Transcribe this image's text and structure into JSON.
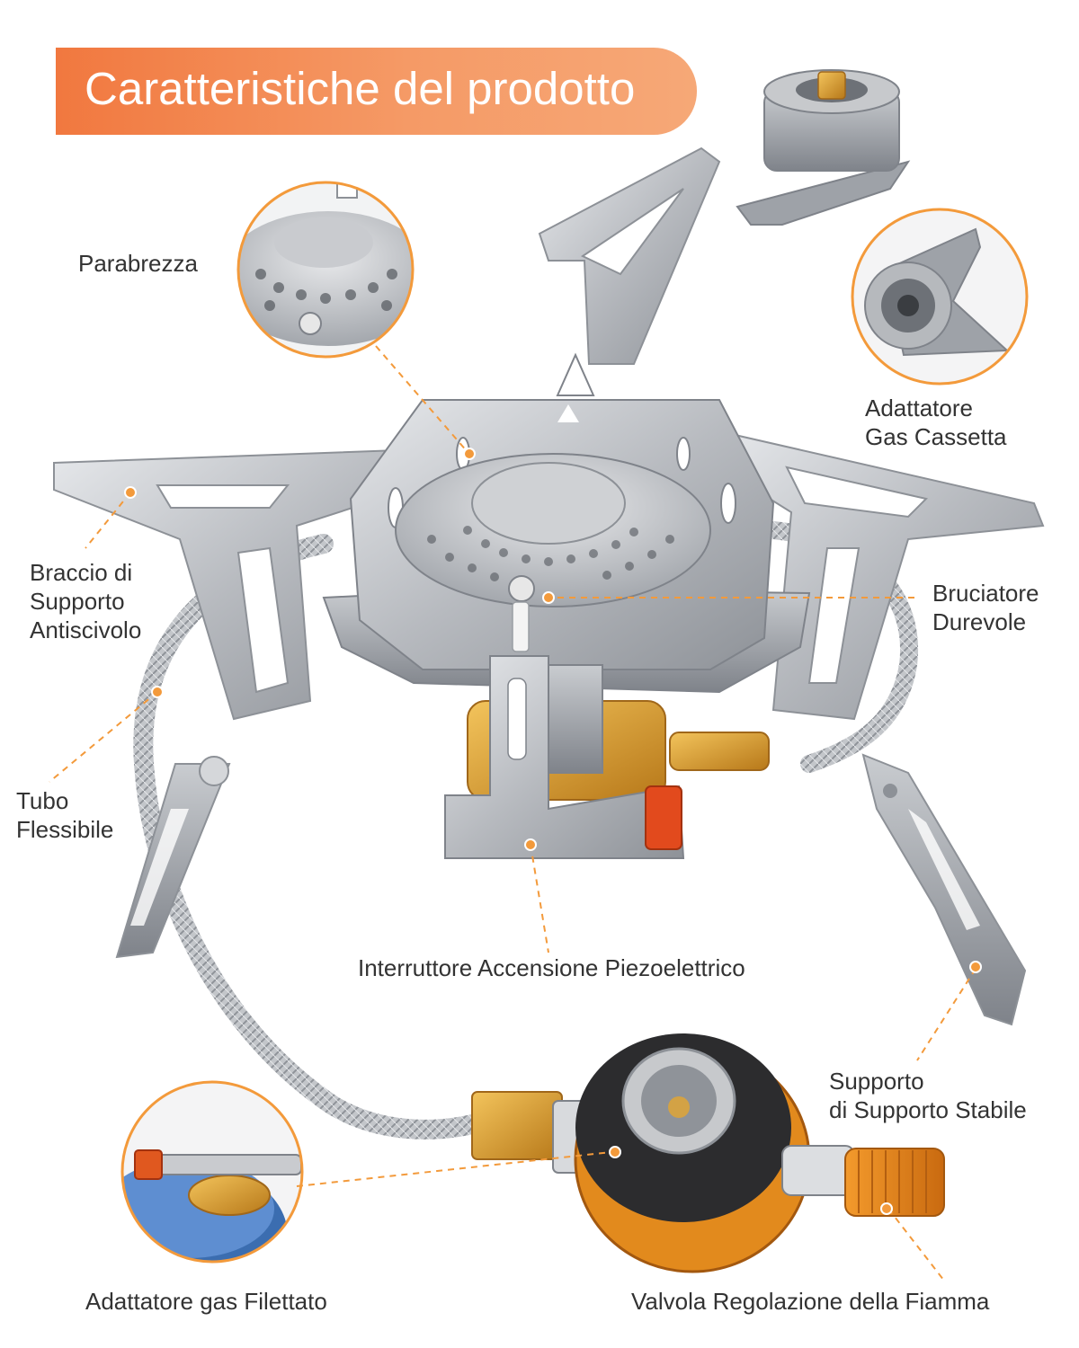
{
  "header": {
    "title": "Caratteristiche del prodotto"
  },
  "labels": {
    "windshield": "Parabrezza",
    "cassette_adapter": [
      "Adattatore",
      "Gas Cassetta"
    ],
    "support_arm": [
      "Braccio di",
      "Supporto",
      "Antiscivolo"
    ],
    "burner": [
      "Bruciatore",
      "Durevole"
    ],
    "hose": [
      "Tubo",
      "Flessibile"
    ],
    "piezo": "Interruttore Accensione Piezoelettrico",
    "stable_support": [
      "Supporto",
      "di Supporto Stabile"
    ],
    "threaded_adapter": "Adattatore gas Filettato",
    "flame_valve": "Valvola Regolazione della Fiamma"
  },
  "colors": {
    "accent": "#f1783f",
    "callout": "#f39a3b",
    "text": "#333333",
    "steel": "#b9bcc1",
    "brass": "#d49a2c"
  }
}
